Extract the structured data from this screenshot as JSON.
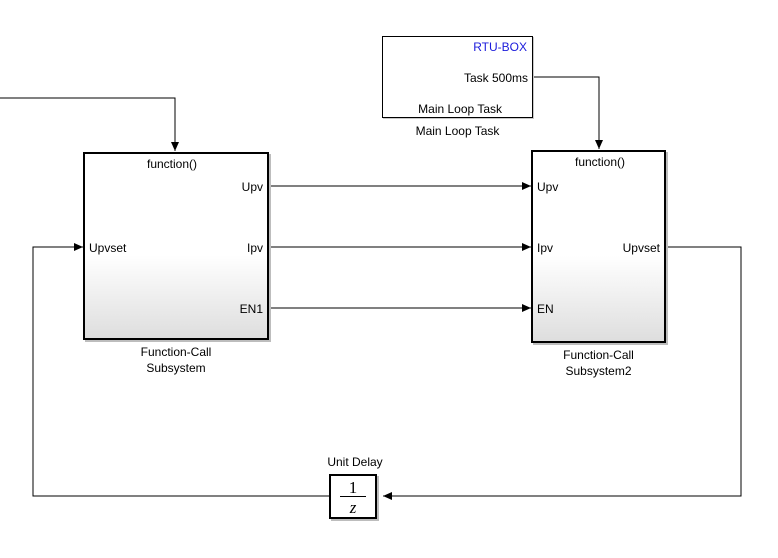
{
  "colors": {
    "wire": "#000000",
    "rtu_title": "#1a1adb"
  },
  "rtu_box": {
    "title": "RTU-BOX",
    "output_port": "Task 500ms",
    "inner_label": "Main Loop Task",
    "caption": "Main Loop Task"
  },
  "subsystem1": {
    "trigger_label": "function()",
    "input_ports": [
      "Upvset"
    ],
    "output_ports": [
      "Upv",
      "Ipv",
      "EN1"
    ],
    "caption_line1": "Function-Call",
    "caption_line2": "Subsystem"
  },
  "subsystem2": {
    "trigger_label": "function()",
    "input_ports": [
      "Upv",
      "Ipv",
      "EN"
    ],
    "output_ports": [
      "Upvset"
    ],
    "caption_line1": "Function-Call",
    "caption_line2": "Subsystem2"
  },
  "unit_delay": {
    "caption": "Unit Delay",
    "numerator": "1",
    "denominator": "z"
  }
}
